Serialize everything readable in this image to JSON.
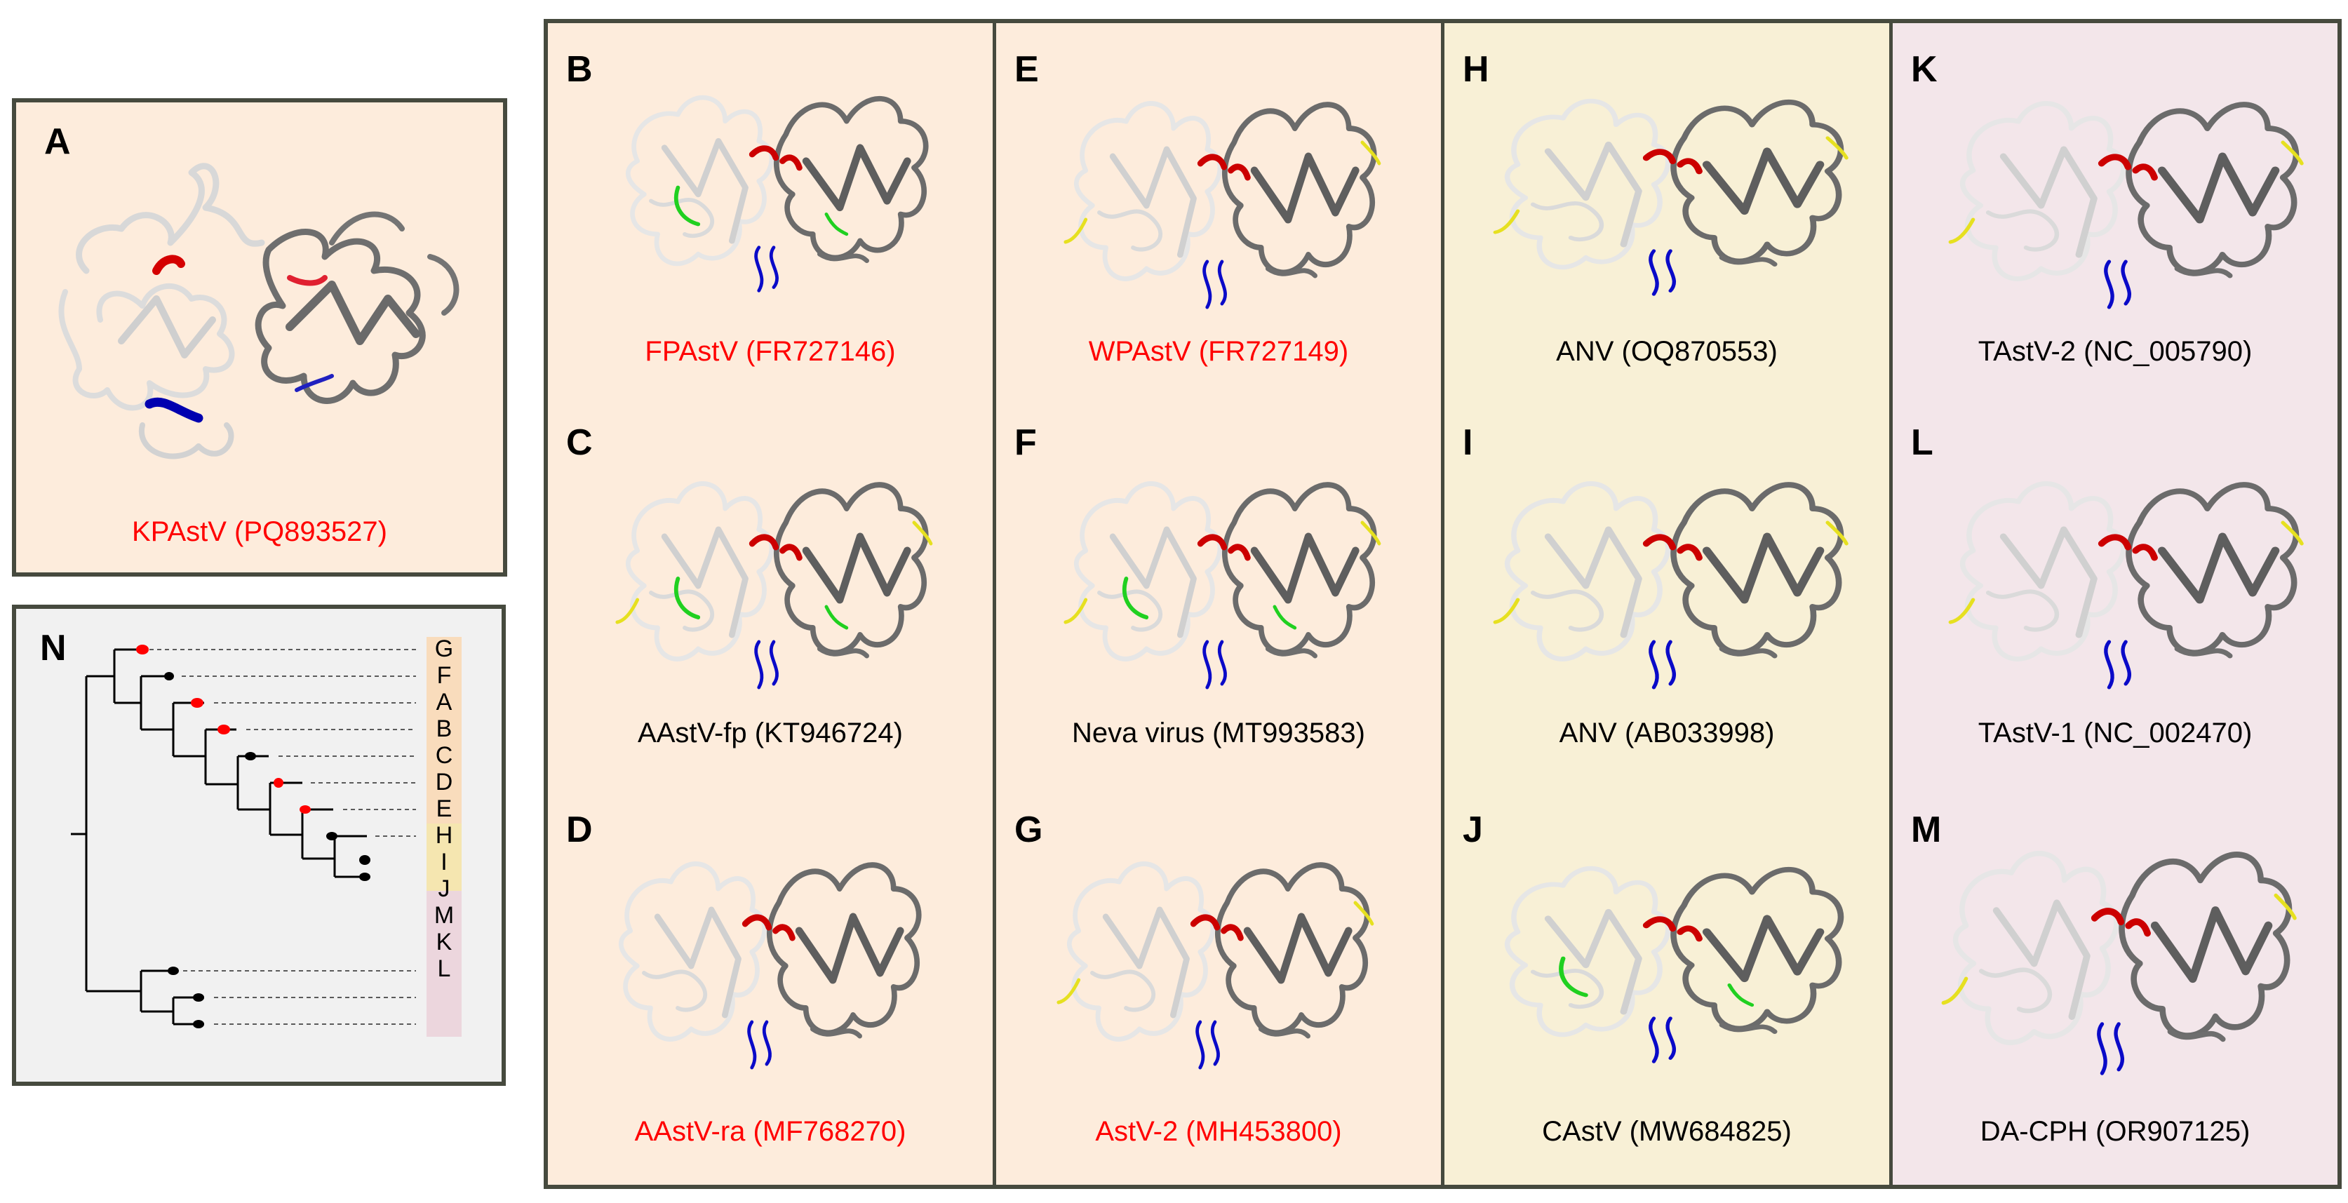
{
  "colors": {
    "border": "#464a3e",
    "bg_peach": "#fdecdc",
    "bg_yellow": "#f8f0d6",
    "bg_pink": "#f3e6ea",
    "bg_tree": "#f1f1f1",
    "label_red": "#ff0000",
    "label_black": "#000000",
    "strip_peach": "#f9dcbc",
    "strip_yellow": "#f5e6b0",
    "strip_pink": "#ecd6dd",
    "node_red": "#ff0000",
    "node_black": "#000000",
    "chain_light": "#e6e6e6",
    "chain_dark": "#6b6b6b",
    "motif_red": "#cc0000",
    "motif_blue": "#0a0ac8",
    "motif_green": "#20d020",
    "motif_yellow": "#e6e020"
  },
  "panel_a": {
    "letter": "A",
    "caption": "KPAstV (PQ893527)",
    "caption_color": "red"
  },
  "grid": {
    "columns": [
      {
        "bg": "peach",
        "cells": [
          {
            "letter": "B",
            "caption": "FPAstV (FR727146)",
            "caption_color": "red",
            "motifs": [
              "red",
              "green",
              "blue"
            ]
          },
          {
            "letter": "C",
            "caption": "AAstV-fp (KT946724)",
            "caption_color": "black",
            "motifs": [
              "red",
              "yellow",
              "green",
              "blue"
            ]
          },
          {
            "letter": "D",
            "caption": "AAstV-ra (MF768270)",
            "caption_color": "red",
            "motifs": [
              "red",
              "blue"
            ]
          }
        ]
      },
      {
        "bg": "peach",
        "cells": [
          {
            "letter": "E",
            "caption": "WPAstV (FR727149)",
            "caption_color": "red",
            "motifs": [
              "red",
              "yellow",
              "blue"
            ]
          },
          {
            "letter": "F",
            "caption": "Neva virus (MT993583)",
            "caption_color": "black",
            "motifs": [
              "red",
              "yellow",
              "green",
              "blue"
            ]
          },
          {
            "letter": "G",
            "caption": "AstV-2 (MH453800)",
            "caption_color": "red",
            "motifs": [
              "red",
              "yellow",
              "blue"
            ]
          }
        ]
      },
      {
        "bg": "yellow",
        "cells": [
          {
            "letter": "H",
            "caption": "ANV (OQ870553)",
            "caption_color": "black",
            "motifs": [
              "red",
              "yellow",
              "blue"
            ]
          },
          {
            "letter": "I",
            "caption": "ANV (AB033998)",
            "caption_color": "black",
            "motifs": [
              "red",
              "yellow",
              "blue"
            ]
          },
          {
            "letter": "J",
            "caption": "CAstV (MW684825)",
            "caption_color": "black",
            "motifs": [
              "red",
              "green",
              "blue"
            ]
          }
        ]
      },
      {
        "bg": "pink",
        "cells": [
          {
            "letter": "K",
            "caption": "TAstV-2 (NC_005790)",
            "caption_color": "black",
            "motifs": [
              "red",
              "yellow",
              "blue"
            ]
          },
          {
            "letter": "L",
            "caption": "TAstV-1 (NC_002470)",
            "caption_color": "black",
            "motifs": [
              "red",
              "yellow",
              "blue"
            ]
          },
          {
            "letter": "M",
            "caption": "DA-CPH (OR907125)",
            "caption_color": "black",
            "motifs": [
              "red",
              "yellow",
              "blue"
            ]
          }
        ]
      }
    ]
  },
  "tree": {
    "letter": "N",
    "leaves": [
      {
        "label": "G",
        "group": "peach",
        "node": "red"
      },
      {
        "label": "F",
        "group": "peach",
        "node": "black"
      },
      {
        "label": "A",
        "group": "peach",
        "node": "red"
      },
      {
        "label": "B",
        "group": "peach",
        "node": "red"
      },
      {
        "label": "C",
        "group": "peach",
        "node": "black"
      },
      {
        "label": "D",
        "group": "peach",
        "node": "red"
      },
      {
        "label": "E",
        "group": "peach",
        "node": "red"
      },
      {
        "label": "H",
        "group": "yellow",
        "node": "black"
      },
      {
        "label": "I",
        "group": "yellow",
        "node": "black"
      },
      {
        "label": "J",
        "group": "yellow",
        "node": "black"
      },
      {
        "label": "M",
        "group": "pink",
        "node": "black"
      },
      {
        "label": "K",
        "group": "pink",
        "node": "black"
      },
      {
        "label": "L",
        "group": "pink",
        "node": "black"
      }
    ]
  }
}
